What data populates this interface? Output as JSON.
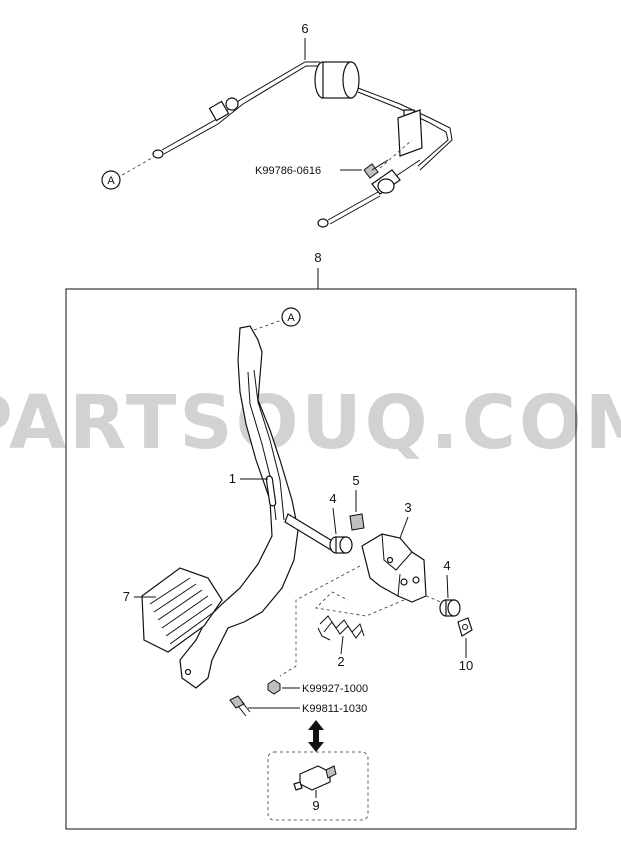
{
  "watermark": "PARTSOUQ.COM",
  "callouts": {
    "c1": "1",
    "c2": "2",
    "c3": "3",
    "c4a": "4",
    "c4b": "4",
    "c5": "5",
    "c6": "6",
    "c7": "7",
    "c8": "8",
    "c9": "9",
    "c10": "10"
  },
  "connector_marks": {
    "top": "A",
    "bottom": "A"
  },
  "part_numbers": {
    "bolt_cable": "K99786-0616",
    "nut": "K99927-1000",
    "bolt": "K99811-1030"
  }
}
